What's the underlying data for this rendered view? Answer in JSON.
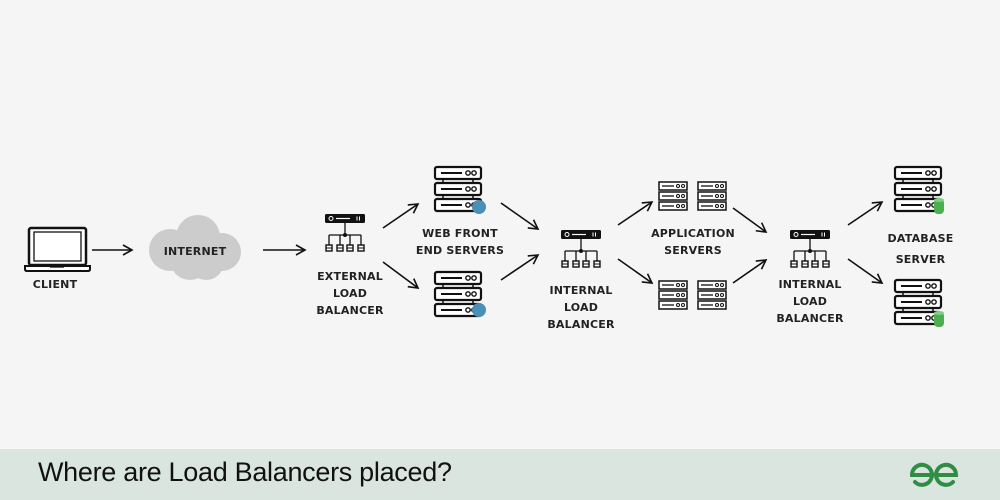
{
  "nodes": {
    "client": "CLIENT",
    "internet": "INTERNET",
    "external_lb": [
      "EXTERNAL",
      "LOAD",
      "BALANCER"
    ],
    "web_servers": [
      "WEB FRONT",
      "END SERVERS"
    ],
    "internal_lb_1": [
      "INTERNAL",
      "LOAD",
      "BALANCER"
    ],
    "app_servers": [
      "APPLICATION",
      "SERVERS"
    ],
    "internal_lb_2": [
      "INTERNAL",
      "LOAD",
      "BALANCER"
    ],
    "db_server": [
      "DATABASE",
      "SERVER"
    ]
  },
  "footer": {
    "title": "Where are Load Balancers placed?",
    "logo": "geeksforgeeks-logo"
  },
  "colors": {
    "web_badge": "#4a8fb5",
    "db_badge": "#4caf50",
    "brand": "#2f8d46",
    "cloud": "#cccccc"
  }
}
